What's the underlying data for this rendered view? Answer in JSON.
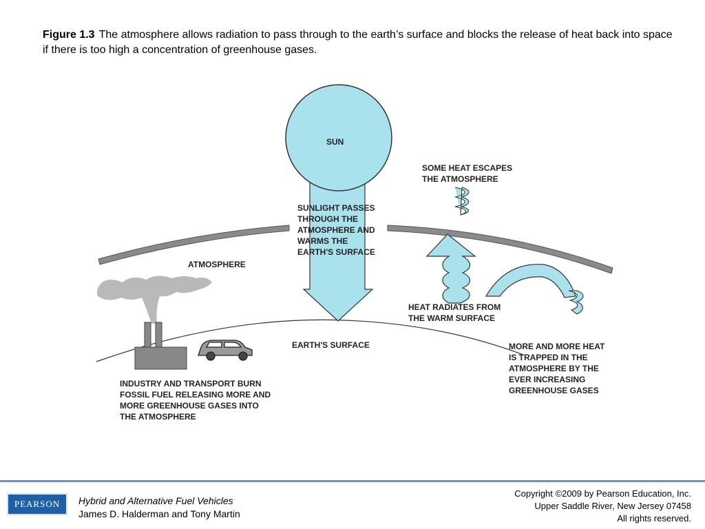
{
  "caption": {
    "figure_label": "Figure 1.3",
    "text": "The atmosphere allows radiation to pass through to the earth’s surface and blocks the release of heat back into space if there is too high a concentration of greenhouse gases."
  },
  "diagram": {
    "sun_label": "SUN",
    "sunlight_label": "SUNLIGHT PASSES\nTHROUGH THE\nATMOSPHERE AND\nWARMS THE\nEARTH'S SURFACE",
    "escapes_label": "SOME HEAT ESCAPES\nTHE ATMOSPHERE",
    "atmosphere_label": "ATMOSPHERE",
    "radiates_label": "HEAT RADIATES FROM\nTHE WARM SURFACE",
    "surface_label": "EARTH'S SURFACE",
    "trapped_label": "MORE AND MORE HEAT\nIS TRAPPED IN THE\nATMOSPHERE BY THE\nEVER INCREASING\nGREENHOUSE GASES",
    "industry_label": "INDUSTRY AND TRANSPORT BURN\nFOSSIL FUEL RELEASING MORE AND\nMORE GREENHOUSE GASES INTO\nTHE ATMOSPHERE",
    "colors": {
      "light_blue": "#a9e1ec",
      "gray": "#8a8a8a",
      "smoke": "#b9b9b9",
      "factory": "#888888"
    }
  },
  "footer": {
    "logo_text": "PEARSON",
    "book_title": "Hybrid and Alternative Fuel Vehicles",
    "authors": "James D. Halderman and Tony Martin",
    "copyright_line1": "Copyright ©2009 by Pearson Education, Inc.",
    "copyright_line2": "Upper Saddle River, New Jersey 07458",
    "copyright_line3": "All rights reserved."
  }
}
